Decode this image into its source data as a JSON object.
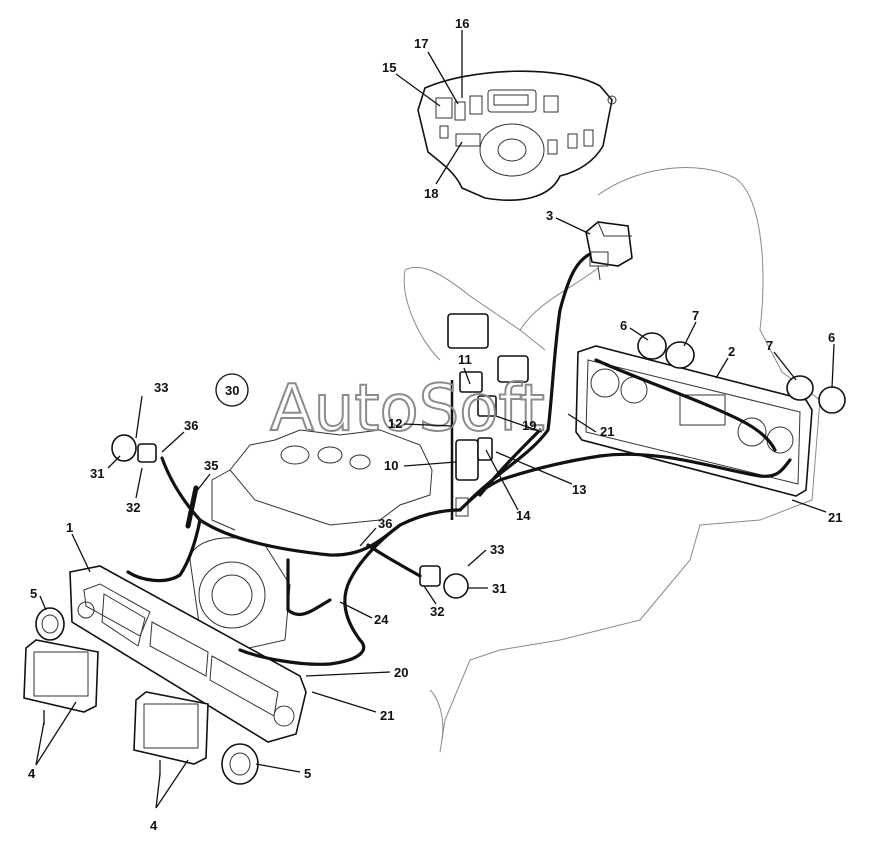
{
  "watermark": "AutoSoft",
  "callouts": {
    "n1": "1",
    "n2": "2",
    "n3": "3",
    "n4a": "4",
    "n4b": "4",
    "n5a": "5",
    "n5b": "5",
    "n6a": "6",
    "n6b": "6",
    "n7a": "7",
    "n7b": "7",
    "n10": "10",
    "n11": "11",
    "n12": "12",
    "n13": "13",
    "n14": "14",
    "n15": "15",
    "n16": "16",
    "n17": "17",
    "n18": "18",
    "n19": "19",
    "n20": "20",
    "n21a": "21",
    "n21b": "21",
    "n21c": "21",
    "n24": "24",
    "n30": "30",
    "n31a": "31",
    "n31b": "31",
    "n32a": "32",
    "n32b": "32",
    "n33a": "33",
    "n33b": "33",
    "n35": "35",
    "n36a": "36",
    "n36b": "36"
  }
}
